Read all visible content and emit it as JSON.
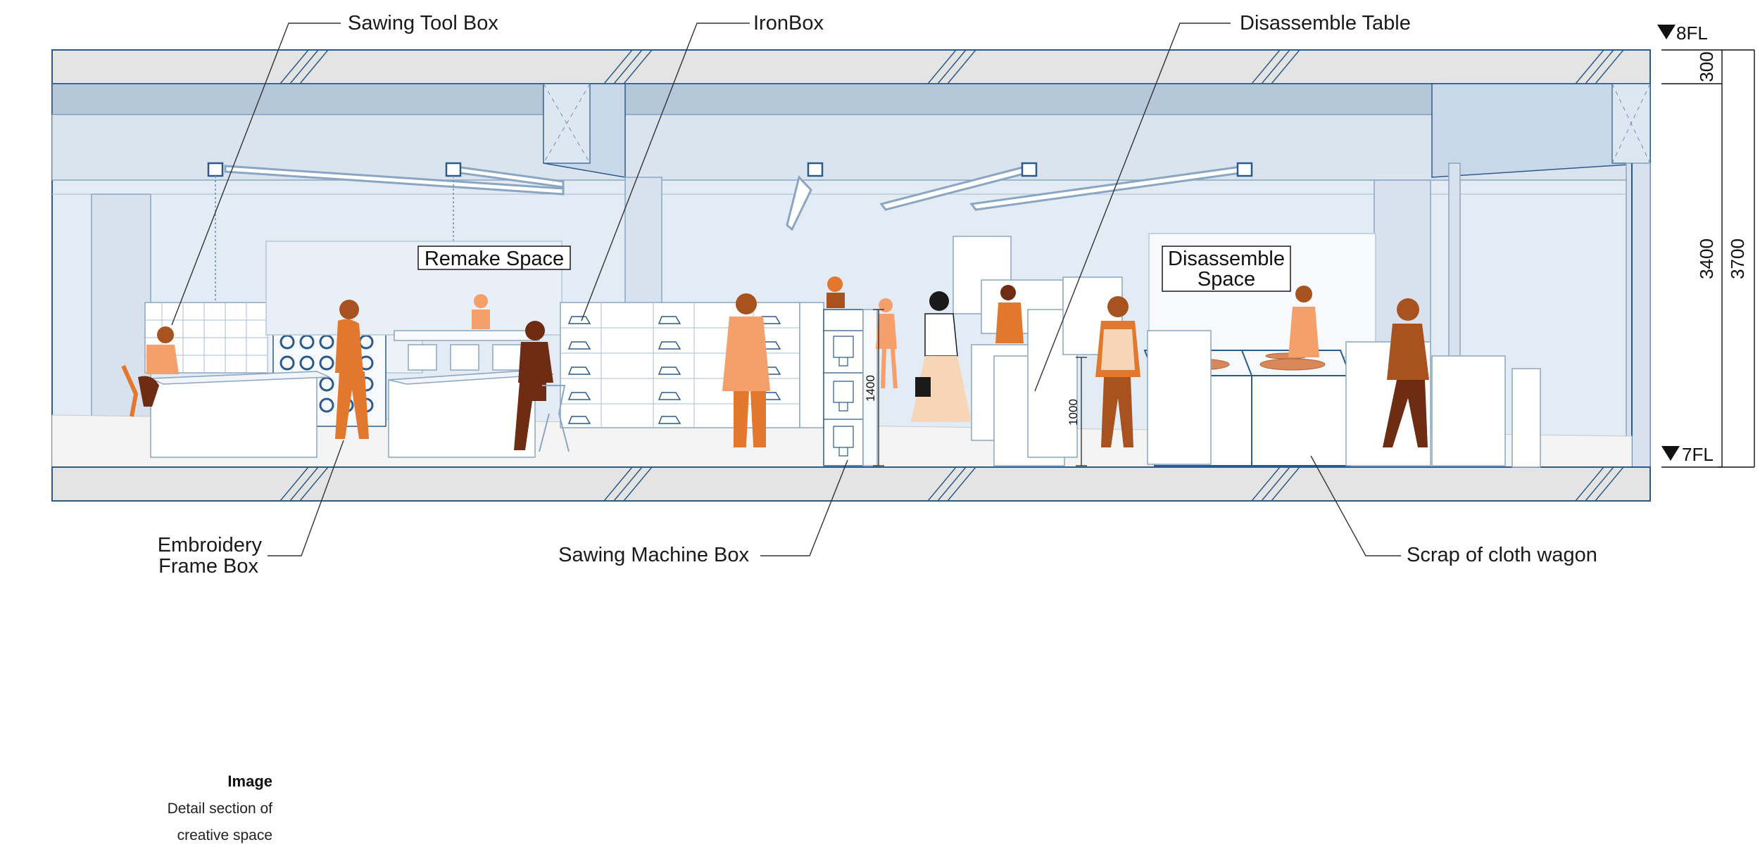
{
  "callouts": {
    "sawing_tool_box": "Sawing Tool Box",
    "iron_box": "IronBox",
    "disassemble_table": "Disassemble Table",
    "embroidery_frame_box_line1": "Embroidery",
    "embroidery_frame_box_line2": "Frame Box",
    "sawing_machine_box": "Sawing Machine Box",
    "scrap_of_cloth_wagon": "Scrap of cloth wagon"
  },
  "rooms": {
    "remake_space": "Remake Space",
    "disassemble_space_line1": "Disassemble",
    "disassemble_space_line2": "Space"
  },
  "levels": {
    "upper": "8FL",
    "lower": "7FL"
  },
  "dimensions": {
    "slab": "300",
    "ceiling_height": "3400",
    "floor_to_floor": "3700",
    "box_height": "1400",
    "table_height": "1000"
  },
  "caption": {
    "title": "Image",
    "line1": "Detail section of",
    "line2": "creative space"
  },
  "colors": {
    "structure_stroke": "#2c5a8a",
    "wall_fill": "#e3ebf4",
    "beam_fill": "#b4c8da",
    "slab_fill": "#e4e4e4",
    "floor_fill": "#f4f4f4",
    "figure_light": "#f5a06a",
    "figure_mid": "#e2782d",
    "figure_dark": "#a8521f",
    "figure_deep": "#6e2c12"
  }
}
